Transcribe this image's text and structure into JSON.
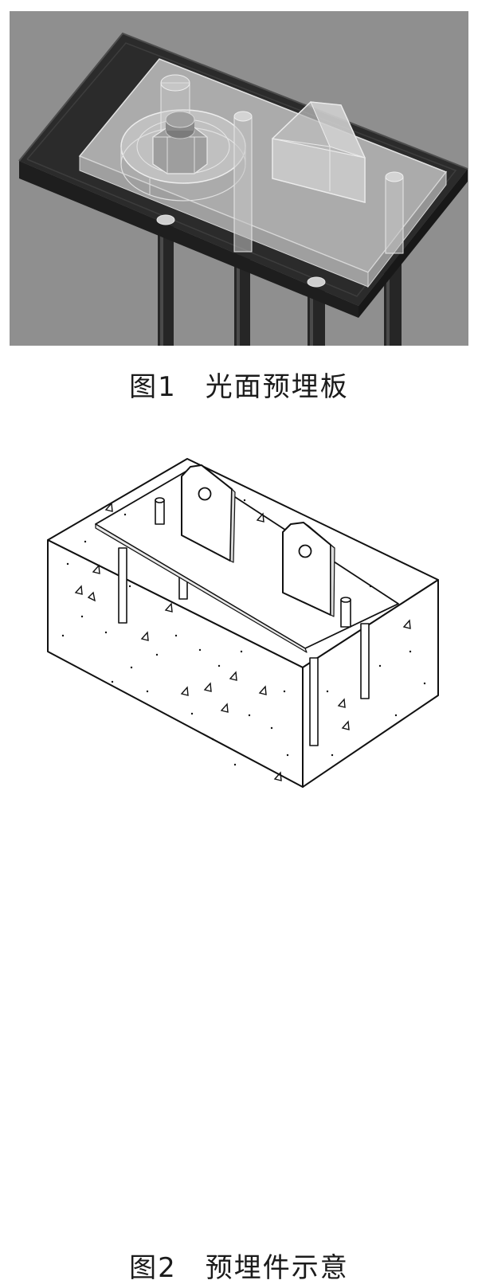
{
  "figures": [
    {
      "caption": "图1　光面预埋板",
      "colors": {
        "background": "#8f8f8f",
        "tray": "#2b2b2b",
        "plate": "#c4c4c4",
        "rod": "#262626"
      },
      "parts": [
        "base-tray",
        "embedded-plate",
        "anchor-rods",
        "nut-and-washer",
        "lifting-lug"
      ]
    },
    {
      "caption": "图2　预埋件示意",
      "colors": {
        "line": "#111111",
        "fill": "#ffffff"
      },
      "parts": [
        "concrete-block",
        "steel-plate",
        "anchor-bars",
        "lifting-ears",
        "aggregate-marks"
      ]
    }
  ]
}
